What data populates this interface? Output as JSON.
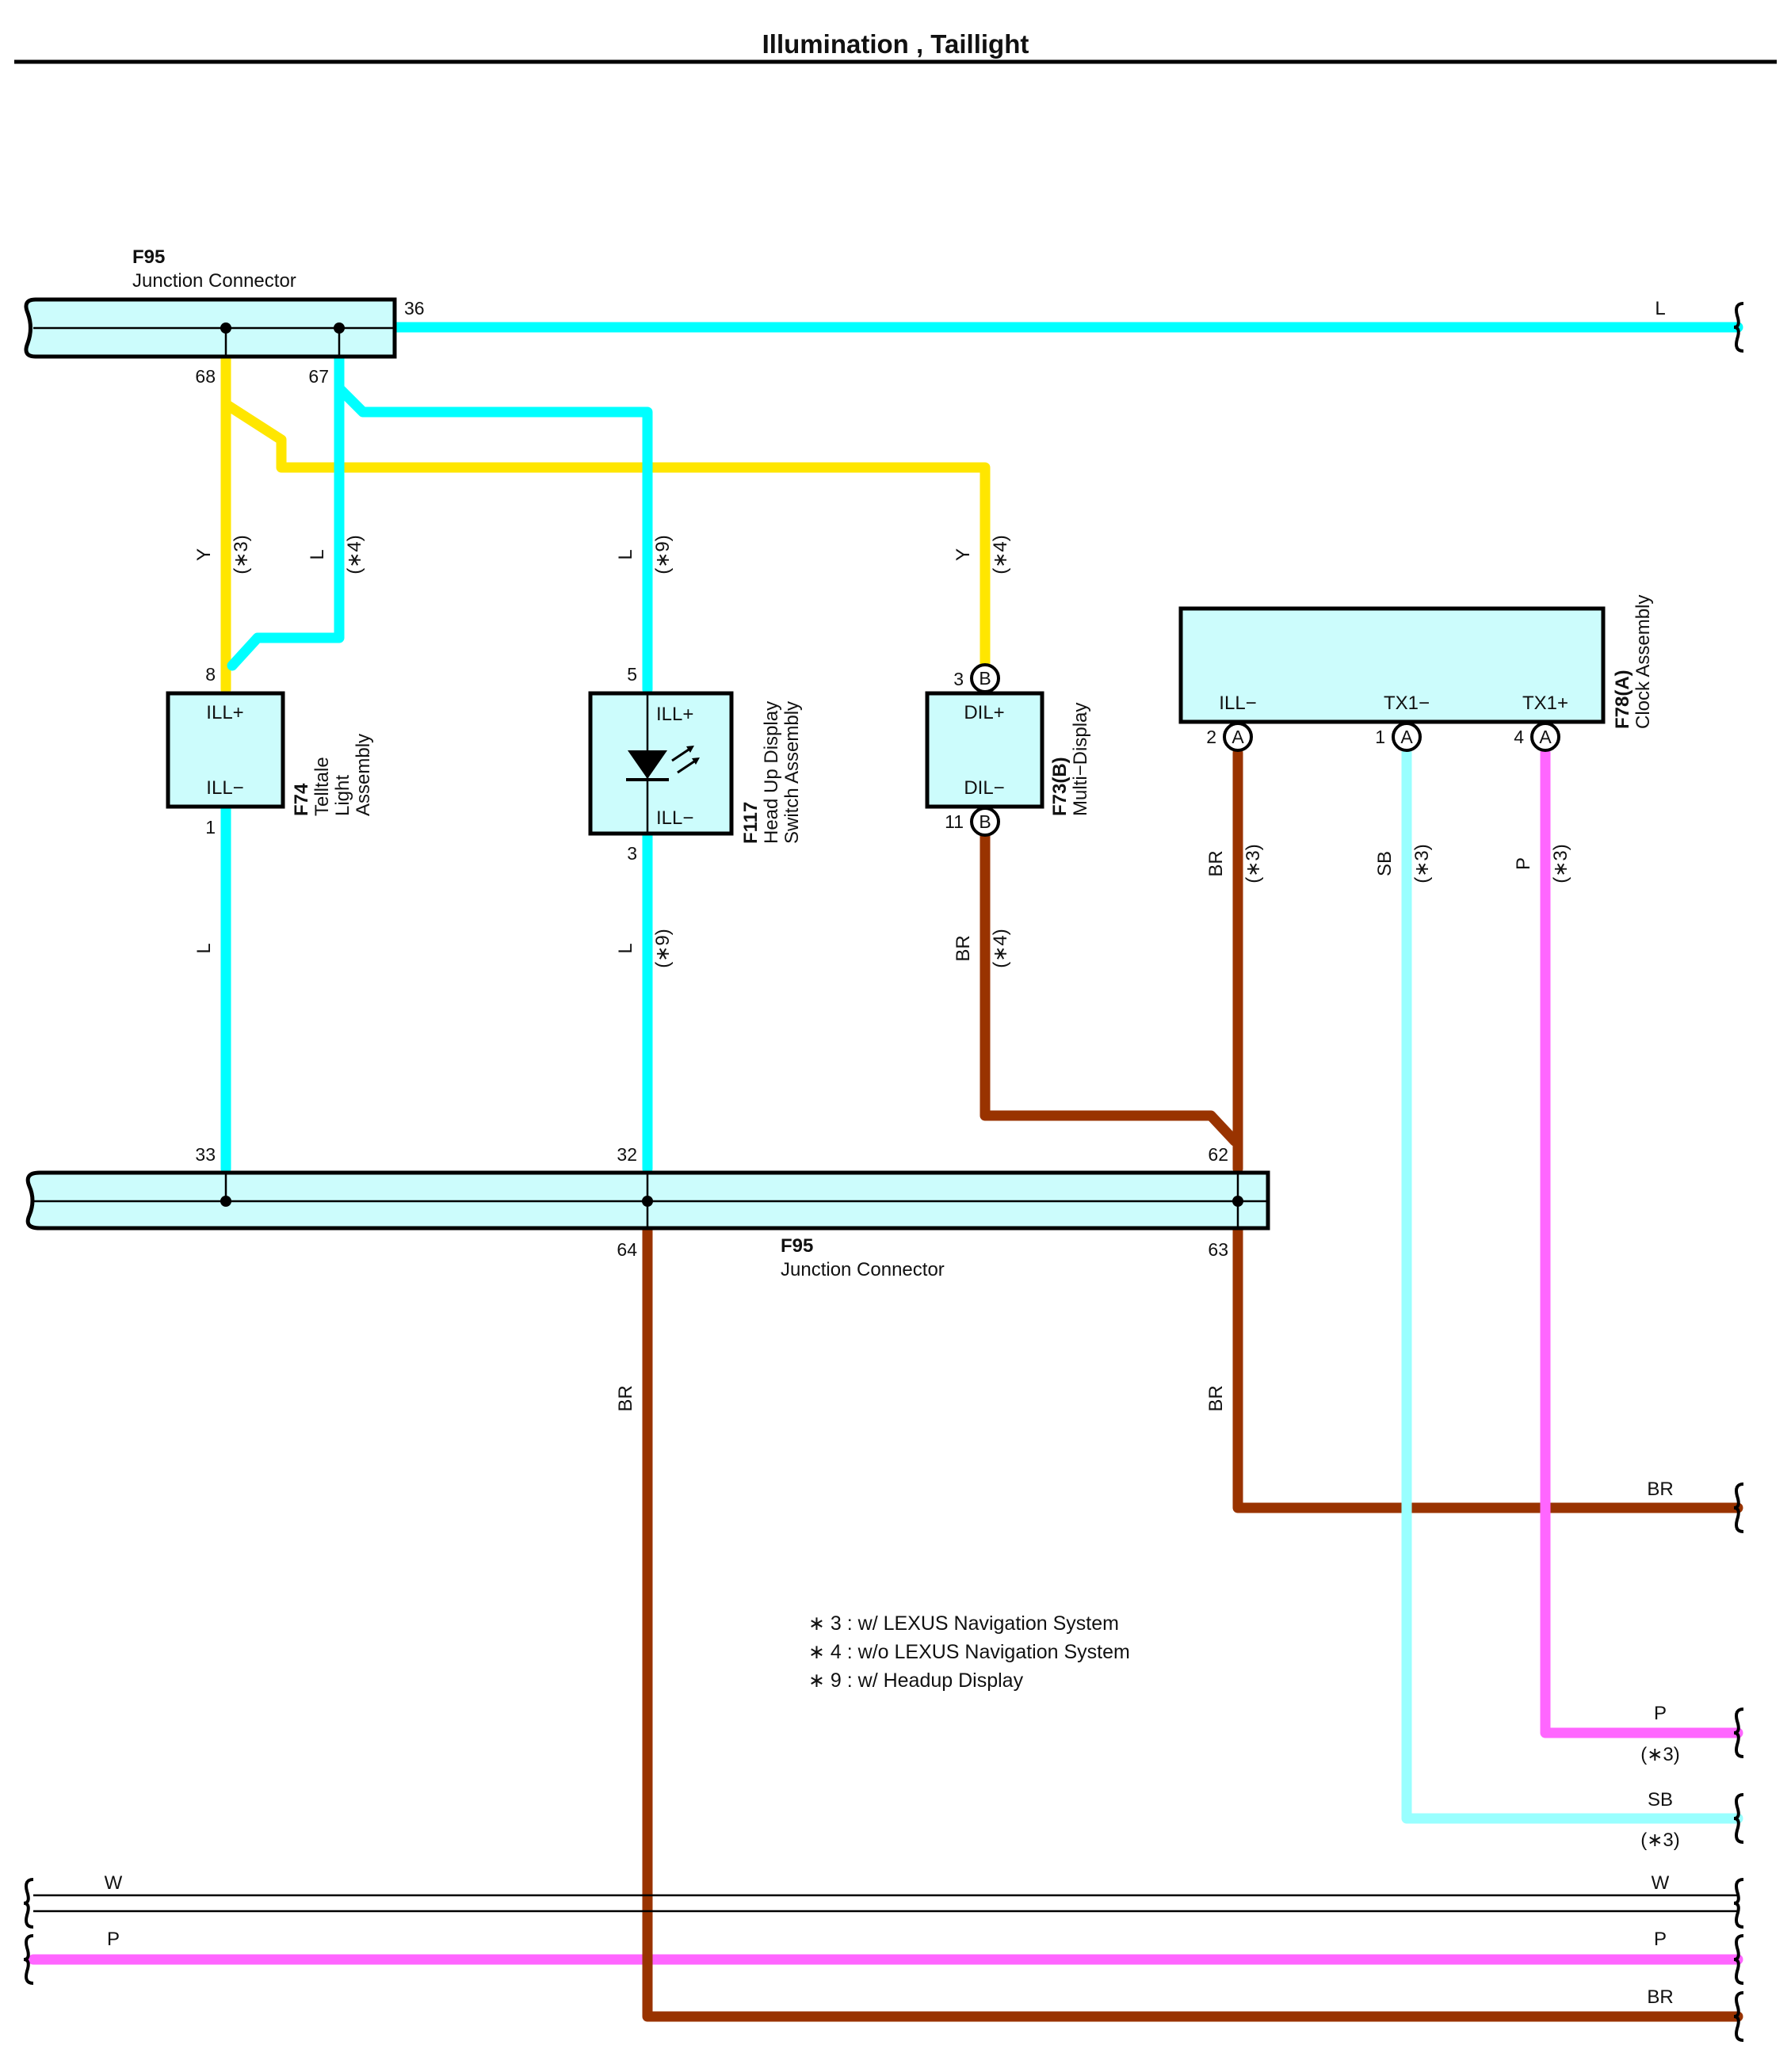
{
  "title": "Illumination , Taillight",
  "colors": {
    "L": "#00ffff",
    "Y": "#ffe600",
    "BR": "#993300",
    "SB": "#99ffff",
    "P": "#ff66ff",
    "W": "#ffffff",
    "body": "#ccfcfc"
  },
  "connectors": {
    "f95_top": {
      "code": "F95",
      "name": "Junction Connector",
      "pins": {
        "p36": "36",
        "p68": "68",
        "p67": "67"
      }
    },
    "f95_bottom": {
      "code": "F95",
      "name": "Junction Connector",
      "pins": {
        "p33": "33",
        "p32": "32",
        "p62": "62",
        "p64": "64",
        "p63": "63"
      }
    },
    "f74": {
      "code": "F74",
      "name_lines": [
        "Telltale",
        "Light",
        "Assembly"
      ],
      "term_top": "ILL+",
      "term_bottom": "ILL−",
      "pin_top": "8",
      "pin_bottom": "1"
    },
    "f117": {
      "code": "F117",
      "name_lines": [
        "Head Up Display",
        "Switch Assembly"
      ],
      "term_top": "ILL+",
      "term_bottom": "ILL−",
      "pin_top": "5",
      "pin_bottom": "3",
      "icon": "led-icon"
    },
    "f73": {
      "code": "F73(B)",
      "name": "Multi−Display",
      "term_top": "DIL+",
      "term_bottom": "DIL−",
      "pin_top": "3",
      "pin_bottom": "11",
      "letter": "B"
    },
    "f78": {
      "code": "F78(A)",
      "name": "Clock Assembly",
      "terms": [
        "ILL−",
        "TX1−",
        "TX1+"
      ],
      "pins": [
        "2",
        "1",
        "4"
      ],
      "letter": "A"
    }
  },
  "wire_labels": {
    "l_top_right": "L",
    "y_68": "Y",
    "y_68_note": "(∗3)",
    "l_67": "L",
    "l_67_note": "(∗4)",
    "l_f117_top": "L",
    "l_f117_top_note": "(∗9)",
    "y_f73": "Y",
    "y_f73_note": "(∗4)",
    "l_f74_bottom": "L",
    "l_f117_bottom": "L",
    "l_f117_bottom_note": "(∗9)",
    "br_f73": "BR",
    "br_f73_note": "(∗4)",
    "br_ill": "BR",
    "br_ill_note": "(∗3)",
    "sb_tx": "SB",
    "sb_tx_note": "(∗3)",
    "p_tx": "P",
    "p_tx_note": "(∗3)",
    "br_64": "BR",
    "br_63": "BR",
    "br_right": "BR",
    "p_right": "P",
    "p_right_note": "(∗3)",
    "sb_right": "SB",
    "sb_right_note": "(∗3)",
    "w_left": "W",
    "w_right": "W",
    "p_left": "P",
    "p_right_lower": "P",
    "br_bottom": "BR"
  },
  "notes": [
    "∗ 3 : w/ LEXUS Navigation System",
    "∗ 4 : w/o LEXUS Navigation System",
    "∗ 9 : w/ Headup Display"
  ]
}
